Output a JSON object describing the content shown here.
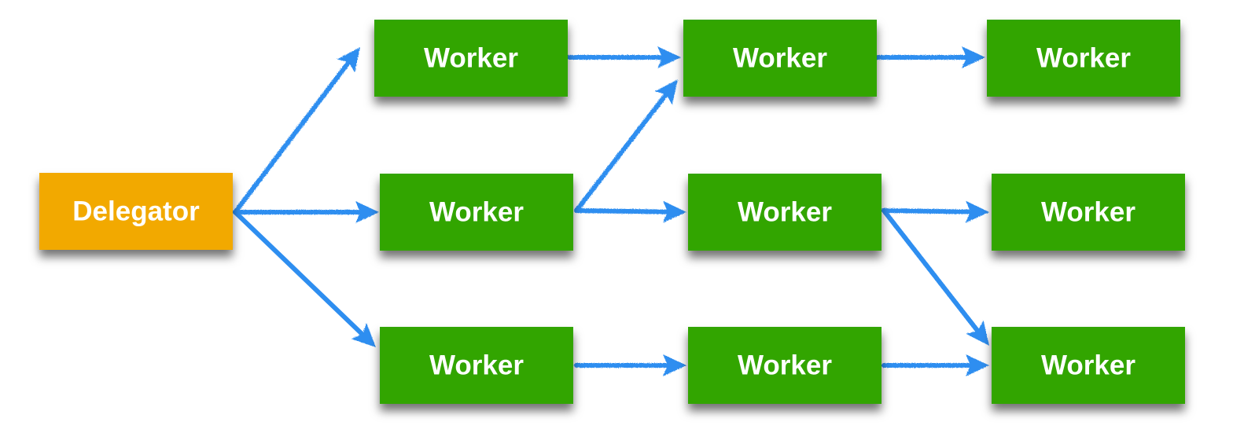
{
  "colors": {
    "delegator_fill": "#F2A900",
    "worker_fill": "#33A500",
    "arrow": "#2E8EF0",
    "label": "#FFFFFF"
  },
  "nodes": {
    "delegator": {
      "label": "Delegator"
    },
    "worker_r1_c1": {
      "label": "Worker"
    },
    "worker_r1_c2": {
      "label": "Worker"
    },
    "worker_r1_c3": {
      "label": "Worker"
    },
    "worker_r2_c1": {
      "label": "Worker"
    },
    "worker_r2_c2": {
      "label": "Worker"
    },
    "worker_r2_c3": {
      "label": "Worker"
    },
    "worker_r3_c1": {
      "label": "Worker"
    },
    "worker_r3_c2": {
      "label": "Worker"
    },
    "worker_r3_c3": {
      "label": "Worker"
    }
  },
  "edges": [
    {
      "from": "delegator",
      "to": "worker_r1_c1"
    },
    {
      "from": "delegator",
      "to": "worker_r2_c1"
    },
    {
      "from": "delegator",
      "to": "worker_r3_c1"
    },
    {
      "from": "worker_r1_c1",
      "to": "worker_r1_c2"
    },
    {
      "from": "worker_r1_c2",
      "to": "worker_r1_c3"
    },
    {
      "from": "worker_r2_c1",
      "to": "worker_r1_c2"
    },
    {
      "from": "worker_r2_c1",
      "to": "worker_r2_c2"
    },
    {
      "from": "worker_r2_c2",
      "to": "worker_r2_c3"
    },
    {
      "from": "worker_r2_c2",
      "to": "worker_r3_c3"
    },
    {
      "from": "worker_r3_c1",
      "to": "worker_r3_c2"
    },
    {
      "from": "worker_r3_c2",
      "to": "worker_r3_c3"
    }
  ]
}
